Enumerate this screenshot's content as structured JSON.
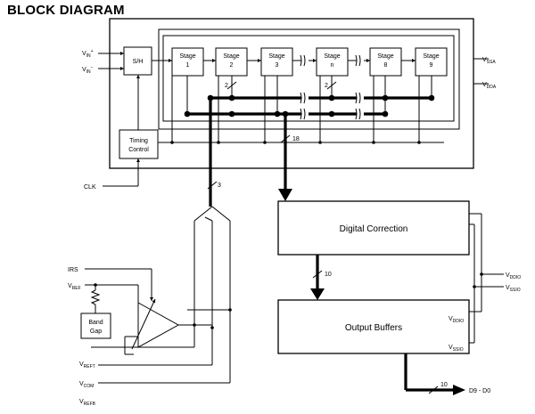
{
  "title": "BLOCK DIAGRAM",
  "blocks": {
    "sh": "S/H",
    "stage_word": "Stage",
    "stage_ids": [
      "1",
      "2",
      "3",
      "n",
      "8",
      "9"
    ],
    "timing_line1": "Timing",
    "timing_line2": "Control",
    "digital_correction": "Digital Correction",
    "output_buffers": "Output Buffers",
    "band_line1": "Band",
    "band_line2": "Gap"
  },
  "pins": {
    "vin_plus": {
      "main": "V",
      "sub": "IN",
      "sup": "+"
    },
    "vin_minus": {
      "main": "V",
      "sub": "IN",
      "sup": "−"
    },
    "vssa": {
      "main": "V",
      "sub": "SSA"
    },
    "vdda": {
      "main": "V",
      "sub": "DDA"
    },
    "clk": "CLK",
    "irs": "IRS",
    "vref": {
      "main": "V",
      "sub": "REF"
    },
    "vreft": {
      "main": "V",
      "sub": "REFT"
    },
    "vcom": {
      "main": "V",
      "sub": "COM"
    },
    "vrefb": {
      "main": "V",
      "sub": "REFB"
    },
    "vddio_right": {
      "main": "V",
      "sub": "DDIO"
    },
    "vssio_right": {
      "main": "V",
      "sub": "SSIO"
    },
    "vddio_box": {
      "main": "V",
      "sub": "DDIO"
    },
    "vssio_box": {
      "main": "V",
      "sub": "SSIO"
    },
    "output": "D9 - D0"
  },
  "bus_widths": {
    "stage2": "2",
    "stage_n": "2",
    "main": "18",
    "ref": "3",
    "correction_out": "10",
    "output": "10"
  }
}
